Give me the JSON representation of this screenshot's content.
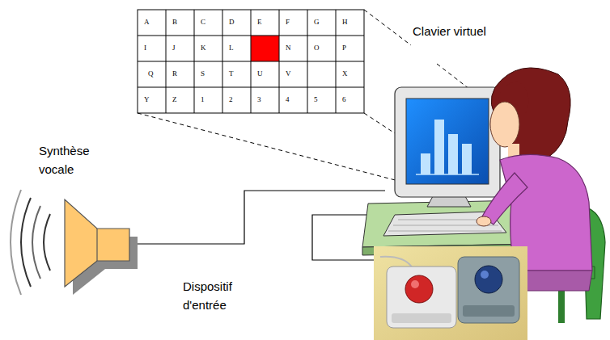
{
  "diagram": {
    "labels": [
      "A",
      "B",
      "C",
      "D",
      "E",
      "F",
      "G",
      "H",
      "I",
      "J",
      "K",
      "L",
      "N",
      "O",
      "P",
      "Q",
      "R",
      "S",
      "T",
      "U",
      "V",
      "X",
      "Y",
      "Z",
      "1",
      "2",
      "3",
      "4",
      "5",
      "6",
      "Clavier virtuel",
      "Synthèse vocale",
      "Dispositif d'entrée"
    ]
  }
}
